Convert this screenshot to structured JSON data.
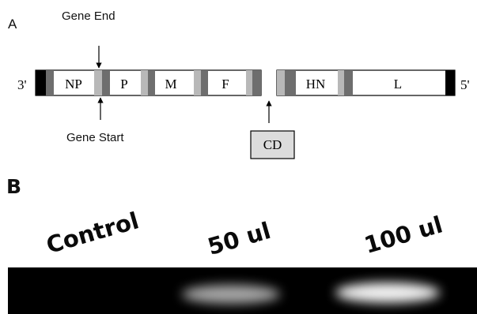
{
  "panel_a": {
    "label": "A",
    "end_3": "3'",
    "end_5": "5'",
    "gene_end_label": "Gene End",
    "gene_start_label": "Gene Start",
    "genes": [
      "NP",
      "P",
      "M",
      "F",
      "HN",
      "L"
    ],
    "insert_label": "CD"
  },
  "panel_b": {
    "label": "B",
    "lanes": [
      "Control",
      "50 ul",
      "100 ul"
    ],
    "band_intensity": [
      0.0,
      0.65,
      0.95
    ]
  },
  "colors": {
    "gene_body": "#ffffff",
    "gene_start_block": "#6e6e6e",
    "gene_end_block": "#b8b8b8",
    "terminal_block": "#000000",
    "insert_box": "#dcdcdc",
    "gel_background": "#000000",
    "band": "#ffffff"
  }
}
